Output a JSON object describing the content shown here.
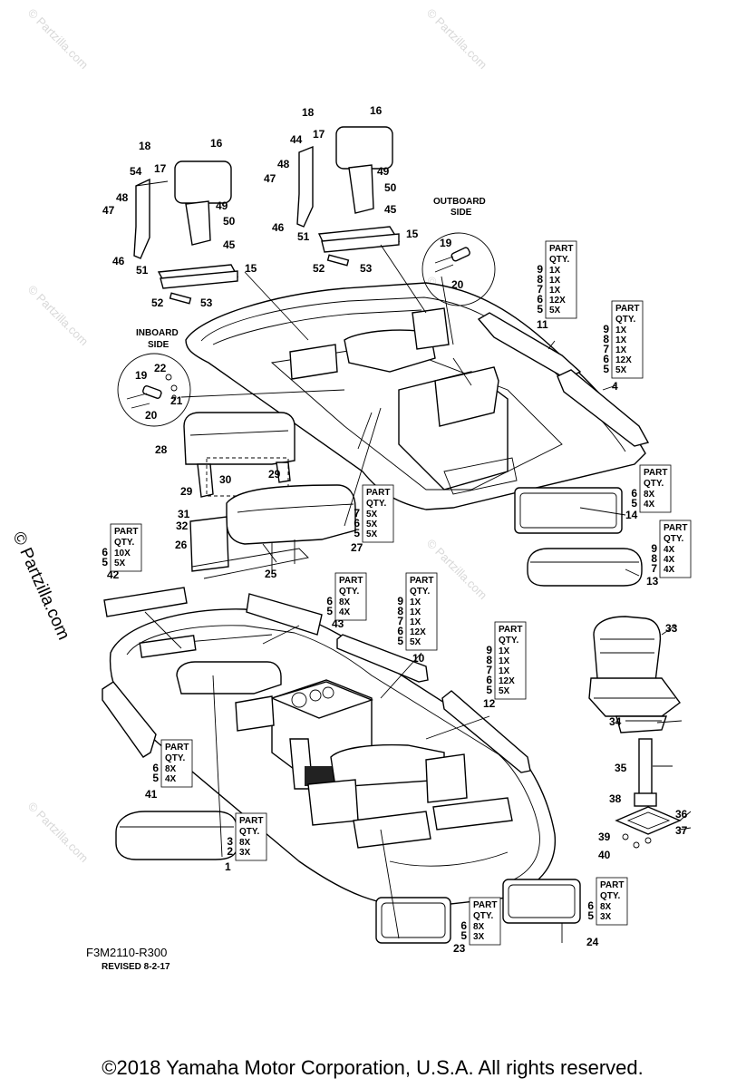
{
  "watermark": "© Partzilla.com",
  "side_label": "© Partzilla.com",
  "drawing": {
    "code": "F3M2110-R300",
    "revised": "REVISED 8-2-17"
  },
  "copyright": "©2018 Yamaha Motor Corporation, U.S.A. All rights reserved.",
  "outboard_label": [
    "OUTBOARD",
    "SIDE"
  ],
  "inboard_label": [
    "INBOARD",
    "SIDE"
  ],
  "table_header": [
    "PART",
    "QTY."
  ],
  "qty_tables": [
    {
      "id": "t11",
      "rows": [
        [
          "9",
          "1X"
        ],
        [
          "8",
          "1X"
        ],
        [
          "7",
          "1X"
        ],
        [
          "6",
          "12X"
        ],
        [
          "5",
          "5X"
        ]
      ]
    },
    {
      "id": "t4",
      "rows": [
        [
          "9",
          "1X"
        ],
        [
          "8",
          "1X"
        ],
        [
          "7",
          "1X"
        ],
        [
          "6",
          "12X"
        ],
        [
          "5",
          "5X"
        ]
      ]
    },
    {
      "id": "t27",
      "rows": [
        [
          "7",
          "5X"
        ],
        [
          "6",
          "5X"
        ],
        [
          "5",
          "5X"
        ]
      ]
    },
    {
      "id": "t14",
      "rows": [
        [
          "6",
          "8X"
        ],
        [
          "5",
          "4X"
        ]
      ]
    },
    {
      "id": "t13",
      "rows": [
        [
          "9",
          "4X"
        ],
        [
          "8",
          "4X"
        ],
        [
          "7",
          "4X"
        ]
      ]
    },
    {
      "id": "t42",
      "rows": [
        [
          "6",
          "10X"
        ],
        [
          "5",
          "5X"
        ]
      ]
    },
    {
      "id": "t43",
      "rows": [
        [
          "6",
          "8X"
        ],
        [
          "5",
          "4X"
        ]
      ]
    },
    {
      "id": "t10",
      "rows": [
        [
          "9",
          "1X"
        ],
        [
          "8",
          "1X"
        ],
        [
          "7",
          "1X"
        ],
        [
          "6",
          "12X"
        ],
        [
          "5",
          "5X"
        ]
      ]
    },
    {
      "id": "t12",
      "rows": [
        [
          "9",
          "1X"
        ],
        [
          "8",
          "1X"
        ],
        [
          "7",
          "1X"
        ],
        [
          "6",
          "12X"
        ],
        [
          "5",
          "5X"
        ]
      ]
    },
    {
      "id": "t41",
      "rows": [
        [
          "6",
          "8X"
        ],
        [
          "5",
          "4X"
        ]
      ]
    },
    {
      "id": "t1",
      "rows": [
        [
          "3",
          "8X"
        ],
        [
          "2",
          "3X"
        ]
      ]
    },
    {
      "id": "t23",
      "rows": [
        [
          "6",
          "8X"
        ],
        [
          "5",
          "3X"
        ]
      ]
    },
    {
      "id": "t24",
      "rows": [
        [
          "6",
          "8X"
        ],
        [
          "5",
          "3X"
        ]
      ]
    }
  ],
  "callouts": [
    "1",
    "4",
    "10",
    "11",
    "12",
    "13",
    "14",
    "15",
    "15",
    "16",
    "16",
    "17",
    "17",
    "18",
    "18",
    "19",
    "19",
    "20",
    "20",
    "21",
    "22",
    "23",
    "24",
    "25",
    "26",
    "27",
    "28",
    "29",
    "29",
    "30",
    "31",
    "32",
    "33",
    "34",
    "35",
    "36",
    "37",
    "38",
    "39",
    "40",
    "41",
    "42",
    "43",
    "44",
    "45",
    "45",
    "46",
    "46",
    "47",
    "47",
    "48",
    "48",
    "49",
    "49",
    "50",
    "50",
    "51",
    "51",
    "52",
    "52",
    "53",
    "53",
    "54"
  ]
}
